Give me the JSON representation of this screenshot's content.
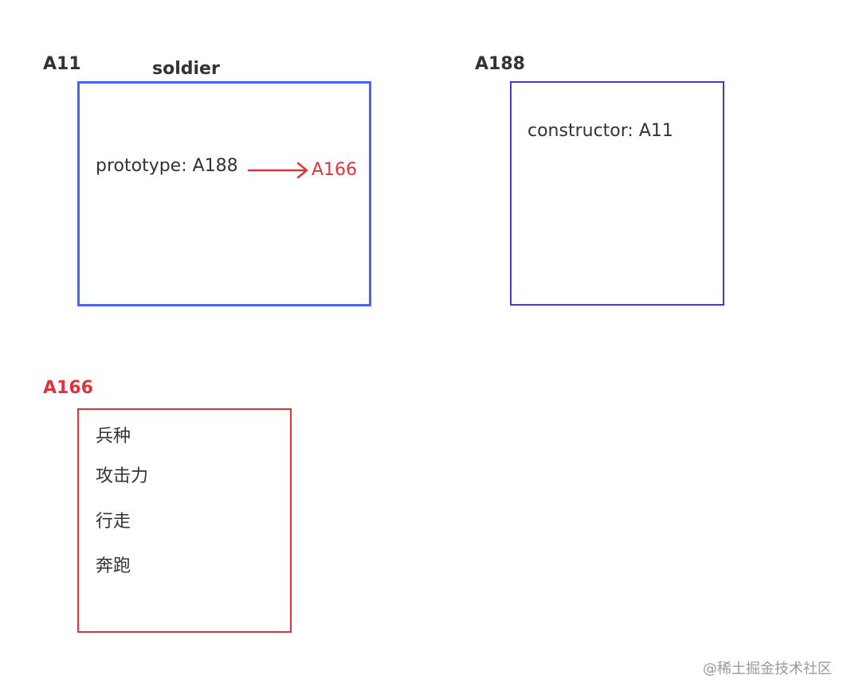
{
  "labels": {
    "a11": "A11",
    "soldier": "soldier",
    "a188": "A188",
    "a166": "A166"
  },
  "box_a11": {
    "prototype_text": "prototype: A188",
    "pointer_target": "A166"
  },
  "box_a188": {
    "constructor_text": "constructor: A11"
  },
  "box_a166": {
    "items": [
      "兵种",
      "攻击力",
      "行走",
      "奔跑"
    ]
  },
  "watermark": "@稀土掘金技术社区",
  "colors": {
    "blue_border": "#4a64ee",
    "indigo_border": "#4636d2",
    "red": "#e0343c",
    "text": "#333333",
    "watermark": "#9a9a9a"
  },
  "icons": {
    "pointer": "arrow-right-icon"
  }
}
